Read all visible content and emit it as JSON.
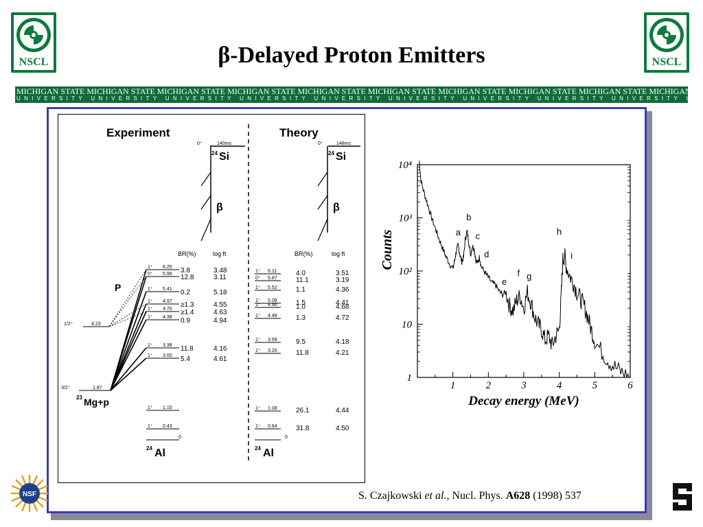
{
  "header": {
    "title": "β-Delayed Proton Emitters",
    "left_logo_text": "NSCL",
    "right_logo_text": "NSCL",
    "band_top": "MICHIGAN STATE MICHIGAN STATE MICHIGAN STATE MICHIGAN STATE MICHIGAN STATE MICHIGAN STATE MICHIGAN STATE MICHIGAN STATE MICHIGAN STATE MICHIGAN STATE",
    "band_bottom": "UNIVERSITY UNIVERSITY UNIVERSITY UNIVERSITY UNIVERSITY UNIVERSITY UNIVERSITY UNIVERSITY UNIVERSITY UNIVERSITY"
  },
  "level_scheme": {
    "experiment_title": "Experiment",
    "theory_title": "Theory",
    "parent": {
      "spin": "0⁺",
      "halflife_exp": "140ms",
      "halflife_th": "148ms",
      "mass": "24",
      "element": "Si",
      "beta": "β"
    },
    "col_br": "BR(%)",
    "col_logft": "log ft",
    "proton_label": "P",
    "exp_levels": [
      {
        "jp": "1⁺",
        "e": "6.25",
        "br": "3.8",
        "logft": "3.48"
      },
      {
        "jp": "0⁺",
        "e": "5.96",
        "br": "12.8",
        "logft": "3.11"
      },
      {
        "jp": "1⁺",
        "e": "5.41",
        "br": "0.2",
        "logft": "5.18"
      },
      {
        "jp": "1⁺",
        "e": "4.97",
        "br": "≥1.3",
        "logft": "4.55"
      },
      {
        "jp": "1⁺",
        "e": "4.70",
        "br": "≥1.4",
        "logft": "4.63"
      },
      {
        "jp": "1⁺",
        "e": "4.38",
        "br": "0.9",
        "logft": "4.94"
      },
      {
        "jp": "1⁺",
        "e": "3.38",
        "br": "11.8",
        "logft": "4.16"
      },
      {
        "jp": "1⁺",
        "e": "3.00",
        "br": "5.4",
        "logft": "4.61"
      },
      {
        "jp": "1⁺",
        "e": "1.10",
        "br": "",
        "logft": ""
      },
      {
        "jp": "1⁺",
        "e": "0.43",
        "br": "",
        "logft": ""
      },
      {
        "jp": "",
        "e": "0",
        "br": "",
        "logft": ""
      }
    ],
    "th_levels": [
      {
        "jp": "1⁺",
        "e": "6.11",
        "br": "4.0",
        "logft": "3.51"
      },
      {
        "jp": "0⁺",
        "e": "5.87",
        "br": "11.1",
        "logft": "3.19"
      },
      {
        "jp": "1⁺",
        "e": "5.52",
        "br": "1.1",
        "logft": "4.36"
      },
      {
        "jp": "1⁺",
        "e": "5.08",
        "br": "1.5",
        "logft": "4.41"
      },
      {
        "jp": "1⁺",
        "e": "4.90",
        "br": "1.0",
        "logft": "4.68"
      },
      {
        "jp": "1⁺",
        "e": "4.48",
        "br": "1.3",
        "logft": "4.72"
      },
      {
        "jp": "1⁺",
        "e": "3.59",
        "br": "9.5",
        "logft": "4.18"
      },
      {
        "jp": "1⁺",
        "e": "3.20",
        "br": "11.8",
        "logft": "4.21"
      },
      {
        "jp": "1⁺",
        "e": "1.08",
        "br": "26.1",
        "logft": "4.44"
      },
      {
        "jp": "1⁺",
        "e": "0.64",
        "br": "31.8",
        "logft": "4.50"
      },
      {
        "jp": "",
        "e": "0",
        "br": "",
        "logft": ""
      }
    ],
    "mg_level_a": {
      "jp": "1/2⁺",
      "e": "4.23"
    },
    "mg_level_b": {
      "jp": "3/2⁺",
      "e": "1.87"
    },
    "mg_label_mass": "23",
    "mg_label": "Mg+p",
    "daughter_mass": "24",
    "daughter": "Al"
  },
  "chart_data": {
    "type": "line",
    "title": "",
    "xlabel": "Decay energy (MeV)",
    "ylabel": "Counts",
    "xlim": [
      0,
      6
    ],
    "ylim": [
      1,
      10000
    ],
    "yscale": "log",
    "xticks": [
      "1",
      "2",
      "3",
      "4",
      "5",
      "6"
    ],
    "yticks": [
      "1",
      "10",
      "10²",
      "10³",
      "10⁴"
    ],
    "x": [
      0.05,
      0.1,
      0.2,
      0.3,
      0.4,
      0.5,
      0.6,
      0.7,
      0.8,
      0.9,
      1.0,
      1.05,
      1.1,
      1.15,
      1.2,
      1.25,
      1.3,
      1.35,
      1.4,
      1.45,
      1.5,
      1.55,
      1.6,
      1.65,
      1.7,
      1.75,
      1.8,
      1.9,
      2.0,
      2.1,
      2.2,
      2.3,
      2.4,
      2.5,
      2.6,
      2.7,
      2.8,
      2.9,
      3.0,
      3.1,
      3.2,
      3.3,
      3.4,
      3.5,
      3.6,
      3.7,
      3.8,
      3.9,
      4.0,
      4.05,
      4.1,
      4.15,
      4.2,
      4.3,
      4.4,
      4.5,
      4.6,
      4.7,
      4.8,
      4.9,
      5.0,
      5.2,
      5.4,
      5.6,
      5.8,
      6.0
    ],
    "y": [
      12000,
      5000,
      2800,
      1700,
      1000,
      650,
      420,
      280,
      190,
      140,
      110,
      160,
      240,
      310,
      200,
      150,
      180,
      400,
      560,
      350,
      200,
      300,
      260,
      160,
      140,
      190,
      120,
      95,
      75,
      60,
      55,
      42,
      36,
      40,
      22,
      18,
      28,
      34,
      20,
      40,
      26,
      14,
      10,
      8,
      5,
      6,
      4,
      6,
      8,
      30,
      160,
      200,
      120,
      80,
      60,
      40,
      30,
      22,
      14,
      8,
      5,
      3,
      2,
      1.5,
      1.2,
      1
    ],
    "annotations": [
      {
        "label": "a",
        "x": 1.15,
        "y": 470
      },
      {
        "label": "b",
        "x": 1.45,
        "y": 900
      },
      {
        "label": "c",
        "x": 1.7,
        "y": 400
      },
      {
        "label": "d",
        "x": 1.95,
        "y": 180
      },
      {
        "label": "e",
        "x": 2.45,
        "y": 55
      },
      {
        "label": "f",
        "x": 2.85,
        "y": 80
      },
      {
        "label": "g",
        "x": 3.15,
        "y": 70
      },
      {
        "label": "h",
        "x": 4.0,
        "y": 480
      },
      {
        "label": "i",
        "x": 4.35,
        "y": 170
      }
    ]
  },
  "citation": {
    "authors": "S. Czajkowski ",
    "etal": "et al.",
    "journal": ", Nucl. Phys. ",
    "volume": "A628",
    "rest": " (1998) 537"
  },
  "footer": {
    "nsf_text": "NSF"
  }
}
